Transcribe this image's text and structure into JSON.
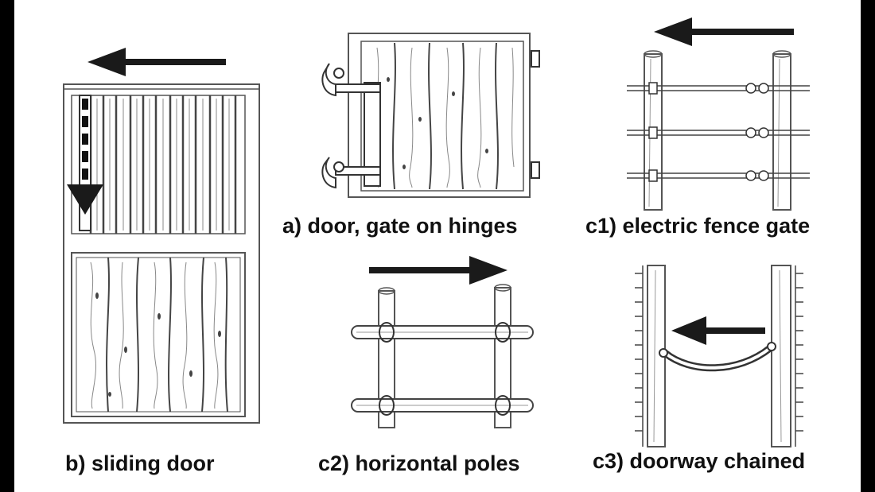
{
  "captions": {
    "a": "a) door, gate on hinges",
    "b": "b) sliding door",
    "c1": "c1) electric fence gate",
    "c2": "c2) horizontal poles",
    "c3": "c3) doorway chained"
  },
  "colors": {
    "ink": "#1a1a1a",
    "line": "#555555",
    "background": "#ffffff",
    "border": "#000000"
  }
}
